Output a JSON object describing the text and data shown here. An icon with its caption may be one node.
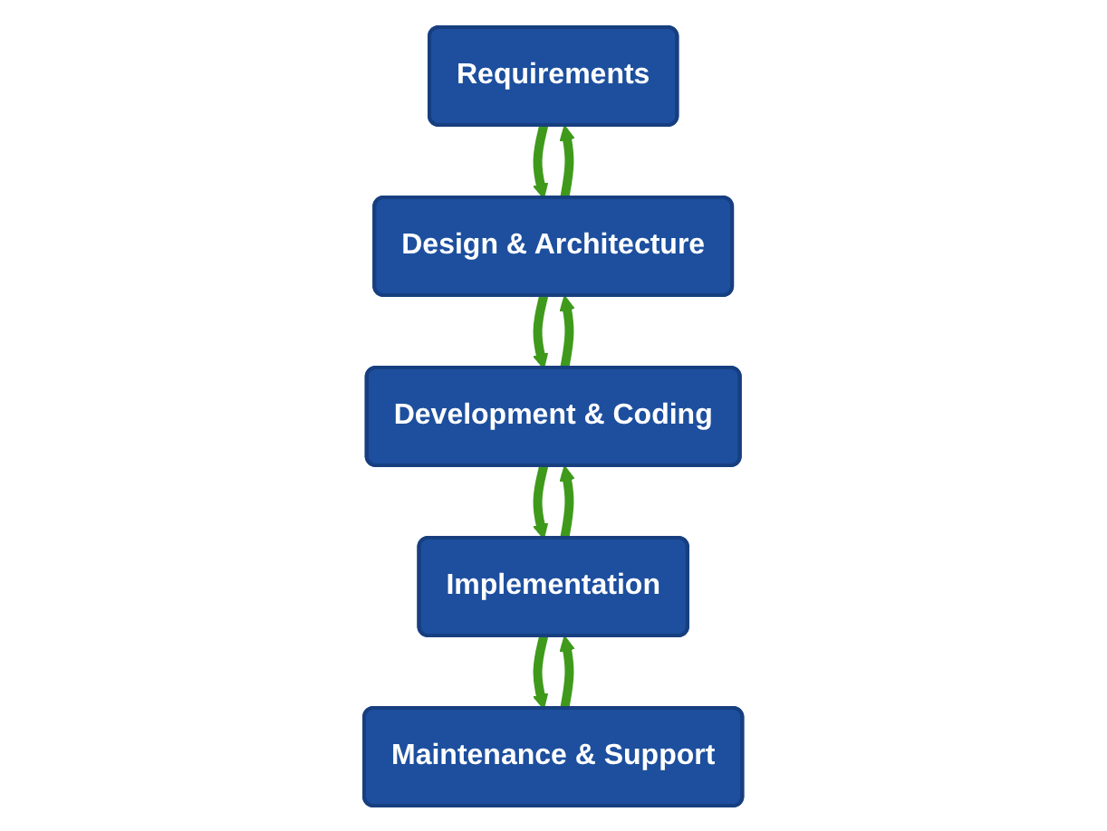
{
  "diagram": {
    "nodes": [
      {
        "text": [
          "Requirements"
        ]
      },
      {
        "text": [
          "Design & Architecture"
        ]
      },
      {
        "text": [
          "Development & Coding"
        ]
      },
      {
        "text": [
          "Implementation"
        ]
      },
      {
        "text": [
          "Maintenance & Support"
        ]
      }
    ],
    "edges": [
      {
        "from": 0,
        "to": 1,
        "arrow": "to"
      },
      {
        "from": 1,
        "to": 0,
        "arrow": "to"
      },
      {
        "from": 1,
        "to": 2,
        "arrow": "to"
      },
      {
        "from": 2,
        "to": 1,
        "arrow": "to"
      },
      {
        "from": 2,
        "to": 3,
        "arrow": "to"
      },
      {
        "from": 3,
        "to": 2,
        "arrow": "to"
      },
      {
        "from": 3,
        "to": 4,
        "arrow": "to"
      },
      {
        "from": 4,
        "to": 3,
        "arrow": "to"
      }
    ]
  }
}
